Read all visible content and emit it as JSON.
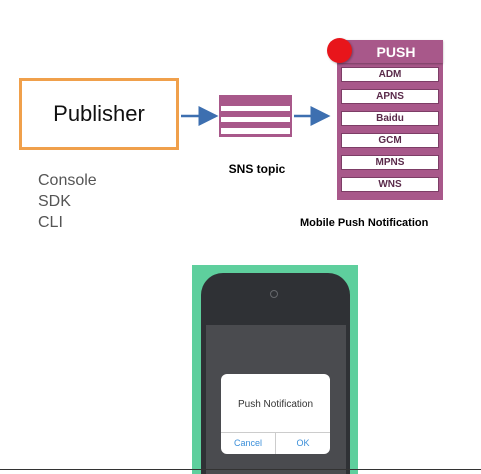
{
  "publisher": {
    "label": "Publisher",
    "methods": [
      "Console",
      "SDK",
      "CLI"
    ]
  },
  "sns": {
    "label": "SNS topic"
  },
  "push": {
    "header": "PUSH",
    "services": [
      "ADM",
      "APNS",
      "Baidu",
      "GCM",
      "MPNS",
      "WNS"
    ],
    "label": "Mobile Push Notification"
  },
  "phone": {
    "alert_title": "Push Notification",
    "cancel_label": "Cancel",
    "ok_label": "OK"
  },
  "colors": {
    "publisher_border": "#f0a04b",
    "sns_stack": "#a8588a",
    "arrow": "#3d6fb0",
    "push_dot": "#e8151b",
    "phone_frame": "#5ecf9d",
    "link_blue": "#3b8fd9"
  }
}
